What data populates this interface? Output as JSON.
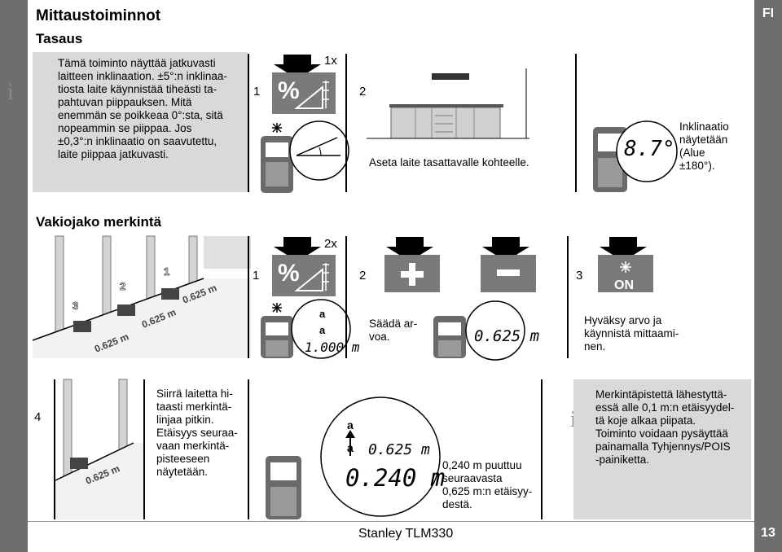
{
  "lang": "FI",
  "page_number": "13",
  "footer": "Stanley TLM330",
  "title": "Mittaustoiminnot",
  "section1": {
    "title": "Tasaus",
    "info_icon": "i",
    "info_lines": [
      "Tämä toiminto näyttää jatkuvasti",
      "laitteen inklinaation. ±5°:n inklinaa-",
      "tiosta laite käynnistää tiheästi ta-",
      "pahtuvan piippauksen. Mitä",
      "enemmän se poikkeaa 0°:sta, sitä",
      "nopeammin se piippaa. Jos",
      "±0,3°:n inklinaatio on saavutettu,",
      "laite piippaa jatkuvasti."
    ],
    "step1": "1",
    "step1_press": "1x",
    "step2": "2",
    "step2_caption": "Aseta laite tasattavalle kohteelle.",
    "display_value": "8.7°",
    "result_lines": [
      "Inklinaatio",
      "näytetään",
      "(Alue",
      "±180°)."
    ]
  },
  "section2": {
    "title": "Vakiojako merkintä",
    "illus_labels": [
      "1",
      "2",
      "3",
      "0.625 m",
      "0.625 m",
      "0.625 m"
    ],
    "step1": "1",
    "step1_press": "2x",
    "display1_a1": "a",
    "display1_a2": "a",
    "display1_value": "1.000 m",
    "step2": "2",
    "step2_caption_lines": [
      "Säädä ar-",
      "voa."
    ],
    "display2_value": "0.625 m",
    "step3": "3",
    "step3_button": "ON",
    "step3_caption_lines": [
      "Hyväksy arvo ja",
      "käynnistä mittaami-",
      "nen."
    ]
  },
  "section3": {
    "step4": "4",
    "illus_label": "0.625 m",
    "step4_lines": [
      "Siirrä laitetta hi-",
      "taasti merkintä-",
      "linjaa pitkin.",
      "Etäisyys seuraa-",
      "vaan merkintä-",
      "pisteeseen",
      "näytetään."
    ],
    "display_a1": "a",
    "display_a2": "a",
    "display_small_value": "0.625 m",
    "display_big_value": "0.240 m",
    "result_lines": [
      "0,240 m puuttuu",
      "seuraavasta",
      "0,625 m:n etäisyy-",
      "destä."
    ],
    "info_icon": "i",
    "info_lines": [
      "Merkintäpistettä lähestyttä-",
      "essä alle 0,1 m:n etäisyydel-",
      "tä koje alkaa piipata.",
      "Toiminto voidaan pysäyttää",
      "painamalla Tyhjennys/POIS",
      "-painiketta."
    ]
  },
  "colors": {
    "sidebar": "#6e6e6e",
    "info_box": "#d9d9d9",
    "button": "#7a7a7a"
  },
  "icons": [
    "info-icon",
    "percent-button-icon",
    "plus-button-icon",
    "minus-button-icon",
    "on-button-icon",
    "arrow-down-icon",
    "laser-device-icon"
  ]
}
